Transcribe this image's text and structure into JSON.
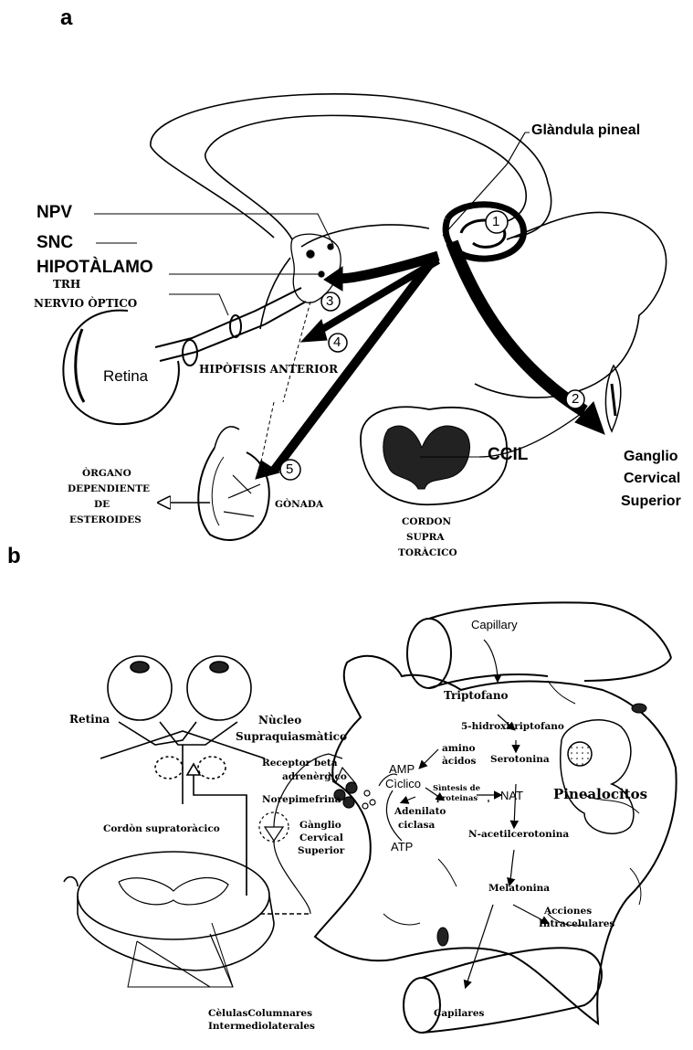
{
  "panels": {
    "a": "a",
    "b": "b"
  },
  "diagram_a": {
    "labels": {
      "pineal": "Glàndula pineal",
      "npv": "NPV",
      "snc": "SNC",
      "hipotalamo": "HIPOTÀLAMO",
      "trh": "TRH",
      "nervio_optico": "NERVIO ÒPTICO",
      "retina": "Retina",
      "hipofisis": "HIPÒFISIS  ANTERIOR",
      "organo_1": "ÒRGANO",
      "organo_2": "DEPENDIENTE",
      "organo_3": "DE",
      "organo_4": "ESTEROIDES",
      "gonada": "GÒNADA",
      "cordon_1": "CORDON",
      "cordon_2": "SUPRA",
      "cordon_3": "TORÀCICO",
      "ccil": "CCIL",
      "ganglio_1": "Ganglio",
      "ganglio_2": "Cervical",
      "ganglio_3": "Superior"
    },
    "steps": [
      "1",
      "2",
      "3",
      "4",
      "5"
    ]
  },
  "diagram_b": {
    "labels": {
      "capillary": "Capillary",
      "triptofano": "Triptofano",
      "hidroxi": "5-hidroxitriptofano",
      "serotonina": "Serotonina",
      "amino_1": "amino",
      "amino_2": "àcidos",
      "amp_1": "AMP",
      "amp_2": "Cìclico",
      "sintesis_1": "Sìntesis de",
      "sintesis_2": "proteinas",
      "nat": "NAT",
      "pinealocitos": "Pinealocitos",
      "adenilato_1": "Adenilato",
      "adenilato_2": "ciclasa",
      "atp": "ATP",
      "acetil": "N-acetilcerotonina",
      "melatonina": "Melatonina",
      "acciones_1": "Acciones",
      "acciones_2": "Intracelulares",
      "capilares": "Capilares",
      "retina": "Retina",
      "nucleo_1": "Nùcleo",
      "nucleo_2": "Supraquiasmàtico",
      "receptor_1": "Receptor beta",
      "receptor_2": "adrenèrgico",
      "norepi": "Norepimefrina",
      "ganglio_1": "Gànglio",
      "ganglio_2": "Cervical",
      "ganglio_3": "Superior",
      "cordon": "Cordòn supratoràcico",
      "celulas_1": "CèlulasColumnares",
      "celulas_2": "Intermediolaterales"
    }
  }
}
